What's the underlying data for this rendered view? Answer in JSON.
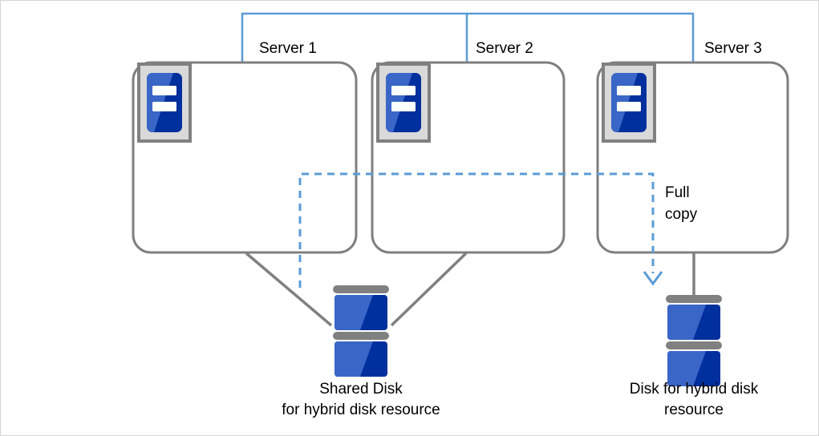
{
  "diagram": {
    "title": "Hybrid disk resource cluster configuration",
    "colors": {
      "bracket_blue": "#5b9bd5",
      "dashed_blue": "#5b9bd5",
      "connector_gray": "#808080",
      "box_outline_gray": "#7f7f7f",
      "icon_frame_gray": "#808080",
      "icon_frame_fill": "#d9d9d9",
      "icon_blue_light": "#3a66c8",
      "icon_blue_dark": "#002f9e",
      "disk_bar_gray": "#808080",
      "page_border": "#d4d4d4",
      "text": "#000000"
    },
    "servers": [
      {
        "id": "server-1",
        "label": "Server 1"
      },
      {
        "id": "server-2",
        "label": "Server 2"
      },
      {
        "id": "server-3",
        "label": "Server 3"
      }
    ],
    "annotations": [
      {
        "id": "full-copy",
        "line1": "Full",
        "line2": "copy"
      }
    ],
    "storage": [
      {
        "id": "shared-disk",
        "line1": "Shared Disk",
        "line2": "for hybrid disk resource"
      },
      {
        "id": "hybrid-disk",
        "line1": "Disk for hybrid disk",
        "line2": "resource"
      }
    ],
    "icon_names": {
      "server": "server-icon",
      "disk": "disk-stack-icon",
      "arrow": "arrow-down-icon"
    }
  }
}
